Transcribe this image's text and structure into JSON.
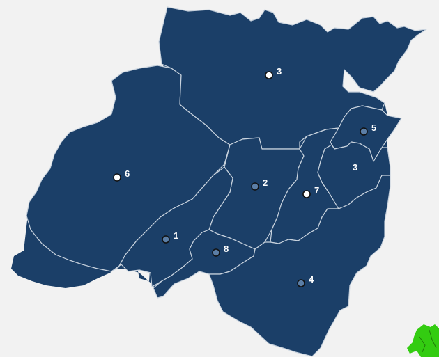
{
  "map": {
    "colors": {
      "background": "#f2f2f2",
      "region_fill": "#1b3f68",
      "region_border": "#d7dee7",
      "marker_white": "#ffffff",
      "marker_blue": "#5b7ea6",
      "label_text": "#ffffff",
      "inset_land": "#33cc11"
    },
    "markers": [
      {
        "label": "3",
        "style": "white"
      },
      {
        "label": "6",
        "style": "white"
      },
      {
        "label": "2",
        "style": "blue"
      },
      {
        "label": "7",
        "style": "white"
      },
      {
        "label": "5",
        "style": "blue"
      },
      {
        "label": "3",
        "style": "none"
      },
      {
        "label": "1",
        "style": "blue"
      },
      {
        "label": "8",
        "style": "blue"
      },
      {
        "label": "4",
        "style": "blue"
      }
    ],
    "inset": {
      "icon": "netherlands-locator-icon"
    }
  }
}
